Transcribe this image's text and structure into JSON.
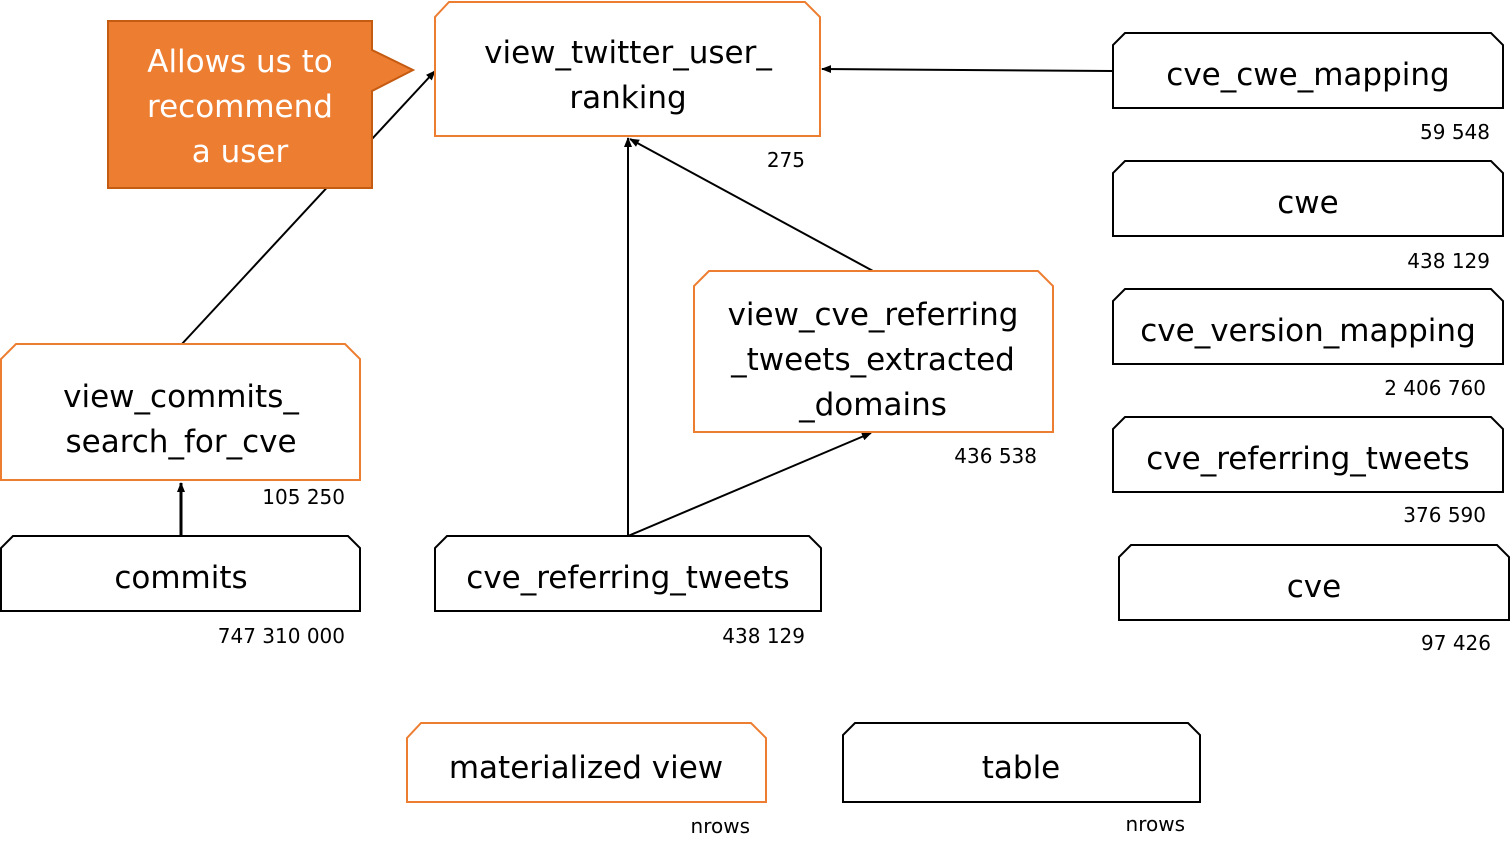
{
  "colors": {
    "view_border": "#ED7D31",
    "table_border": "#000000",
    "callout_fill": "#ED7D31",
    "callout_border": "#C55A11",
    "callout_text": "#FFFFFF",
    "edge": "#000000"
  },
  "callout": {
    "lines": [
      "Allows us to",
      "recommend",
      "a user"
    ]
  },
  "nodes": {
    "view_twitter_user_ranking": {
      "kind": "materialized view",
      "lines": [
        "view_twitter_user_",
        "ranking"
      ],
      "count": "275"
    },
    "view_commits_search_for_cve": {
      "kind": "materialized view",
      "lines": [
        "view_commits_",
        "search_for_cve"
      ],
      "count": "105 250"
    },
    "view_cve_referring_tweets_extracted_domains": {
      "kind": "materialized view",
      "lines": [
        "view_cve_referring",
        "_tweets_extracted",
        "_domains"
      ],
      "count": "436 538"
    },
    "commits": {
      "kind": "table",
      "lines": [
        "commits"
      ],
      "count": "747 310 000"
    },
    "cve_referring_tweets_main": {
      "kind": "table",
      "lines": [
        "cve_referring_tweets"
      ],
      "count": "438 129"
    },
    "cve_cwe_mapping": {
      "kind": "table",
      "lines": [
        "cve_cwe_mapping"
      ],
      "count": "59 548"
    },
    "cwe": {
      "kind": "table",
      "lines": [
        "cwe"
      ],
      "count": "438 129"
    },
    "cve_version_mapping": {
      "kind": "table",
      "lines": [
        "cve_version_mapping"
      ],
      "count": "2 406 760"
    },
    "cve_referring_tweets_side": {
      "kind": "table",
      "lines": [
        "cve_referring_tweets"
      ],
      "count": "376 590"
    },
    "cve": {
      "kind": "table",
      "lines": [
        "cve"
      ],
      "count": "97 426"
    }
  },
  "legend": {
    "view": {
      "label": "materialized view",
      "count_label": "nrows"
    },
    "table": {
      "label": "table",
      "count_label": "nrows"
    }
  },
  "edges": [
    {
      "from": "commits",
      "to": "view_commits_search_for_cve"
    },
    {
      "from": "view_commits_search_for_cve",
      "to": "view_twitter_user_ranking"
    },
    {
      "from": "cve_referring_tweets_main",
      "to": "view_twitter_user_ranking"
    },
    {
      "from": "cve_referring_tweets_main",
      "to": "view_cve_referring_tweets_extracted_domains"
    },
    {
      "from": "view_cve_referring_tweets_extracted_domains",
      "to": "view_twitter_user_ranking"
    },
    {
      "from": "cve_cwe_mapping",
      "to": "view_twitter_user_ranking"
    }
  ]
}
